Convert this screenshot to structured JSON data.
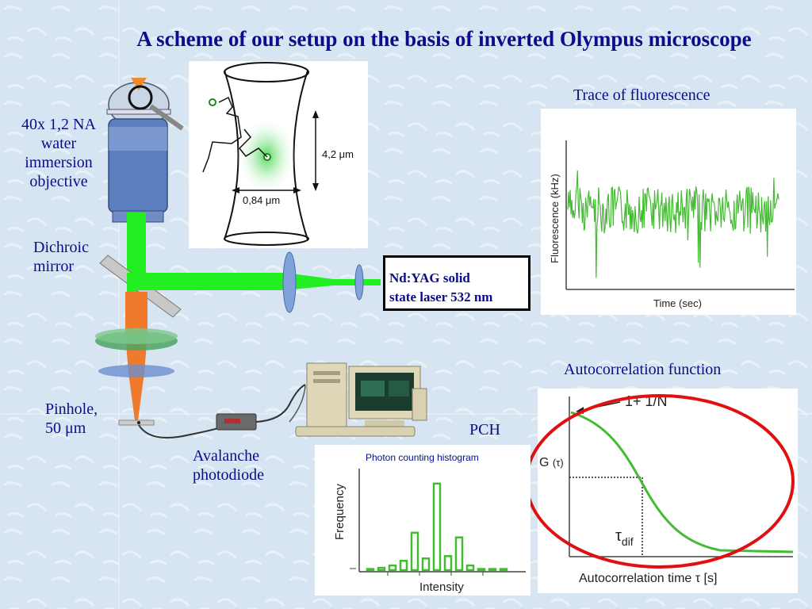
{
  "title": "A scheme of our setup  on the basis of inverted Olympus microscope",
  "labels": {
    "objective": [
      "40x 1,2 NA",
      "water",
      "immersion",
      "objective"
    ],
    "dichroic": [
      "Dichroic",
      "mirror"
    ],
    "pinhole": [
      "Pinhole,",
      "50 μm"
    ],
    "avalanche": [
      "Avalanche",
      "photodiode"
    ],
    "laser": [
      "Nd:YAG solid",
      "state laser 532 nm"
    ],
    "trace_caption": "Trace of fluorescence",
    "acf_caption": "Autocorrelation function",
    "pch_caption": "PCH"
  },
  "focal_volume": {
    "height_label": "4,2 μm",
    "width_label": "0,84 μm"
  },
  "charts": [
    {
      "type": "line",
      "xlabel": "Time (sec)",
      "ylabel": "Fluorescence (kHz)"
    },
    {
      "type": "line",
      "xlabel": "Autocorrelation time",
      "xlabel_symbol": "τ [s]",
      "ylabel": "G",
      "ylabel_symbol": "(τ)",
      "annotation_top": "1+ 1/N",
      "annotation_tau": "τ",
      "annotation_tau_sub": "dif"
    },
    {
      "type": "bar",
      "title": "Photon counting histogram",
      "xlabel": "Intensity",
      "ylabel": "Frequency",
      "values": [
        0.5,
        1,
        2,
        4,
        16,
        5,
        37,
        6,
        14,
        2,
        0.5,
        0.5,
        0.5
      ]
    }
  ],
  "colors": {
    "title": "#0c0c8c",
    "laser_beam": "#22ee22",
    "curve": "#44bb33",
    "circle": "#e01010"
  }
}
